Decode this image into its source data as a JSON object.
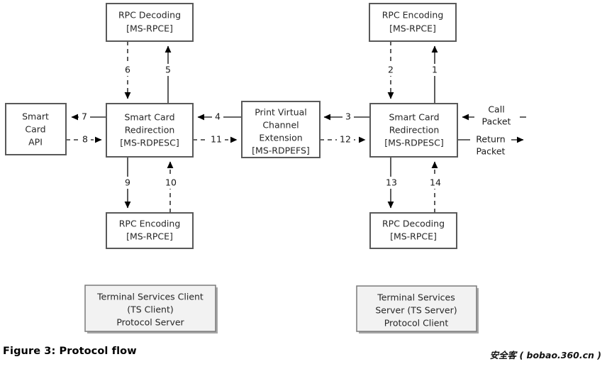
{
  "figure": {
    "caption": "Figure 3: Protocol flow",
    "watermark": "安全客 ( bobao.360.cn )"
  },
  "boxes": {
    "rpc_decoding_top_left": {
      "line1": "RPC Decoding",
      "line2": "[MS-RPCE]"
    },
    "rpc_encoding_top_right": {
      "line1": "RPC Encoding",
      "line2": "[MS-RPCE]"
    },
    "smart_card_api": {
      "line1": "Smart",
      "line2": "Card",
      "line3": "API"
    },
    "smart_card_redirection_client": {
      "line1": "Smart Card",
      "line2": "Redirection",
      "line3": "[MS-RDPESC]"
    },
    "print_virtual_channel_extension": {
      "line1": "Print Virtual",
      "line2": "Channel",
      "line3": "Extension",
      "line4": "[MS-RDPEFS]"
    },
    "smart_card_redirection_server": {
      "line1": "Smart Card",
      "line2": "Redirection",
      "line3": "[MS-RDPESC]"
    },
    "rpc_encoding_bottom_left": {
      "line1": "RPC Encoding",
      "line2": "[MS-RPCE]"
    },
    "rpc_decoding_bottom_right": {
      "line1": "RPC Decoding",
      "line2": "[MS-RPCE]"
    },
    "terminal_services_client": {
      "line1": "Terminal Services Client",
      "line2": "(TS Client)",
      "line3": "Protocol Server"
    },
    "terminal_services_server": {
      "line1": "Terminal Services",
      "line2": "Server (TS Server)",
      "line3": "Protocol Client"
    }
  },
  "flow_labels": {
    "step1": "1",
    "step2": "2",
    "step3": "3",
    "step4": "4",
    "step5": "5",
    "step6": "6",
    "step7": "7",
    "step8": "8",
    "step9": "9",
    "step10": "10",
    "step11": "11",
    "step12": "12",
    "step13": "13",
    "step14": "14"
  },
  "packet_labels": {
    "call_line1": "Call",
    "call_line2": "Packet",
    "return_line1": "Return",
    "return_line2": "Packet"
  },
  "colors": {
    "box_stroke": "#595959",
    "box_fill": "#ffffff",
    "shaded_box_fill": "#f2f2f2",
    "connector": "#333333",
    "text": "#262626"
  }
}
